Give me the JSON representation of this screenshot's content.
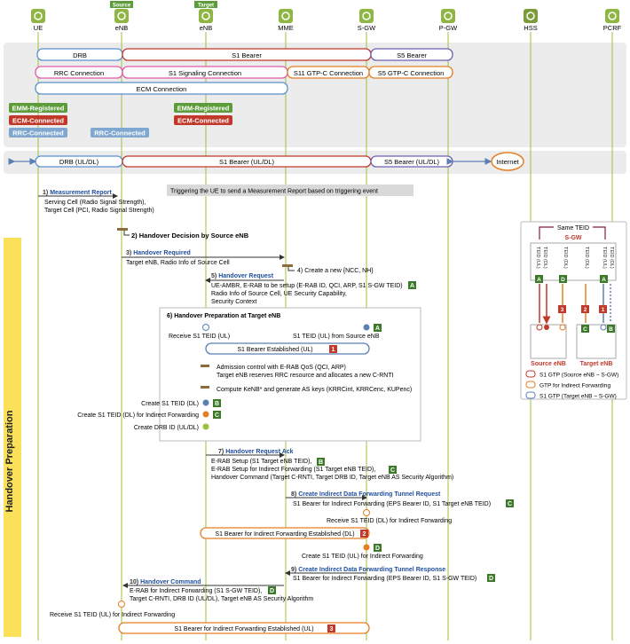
{
  "entities": [
    {
      "id": "ue",
      "label": "UE",
      "icon": "phone-icon",
      "tag": ""
    },
    {
      "id": "senb",
      "label": "eNB",
      "icon": "enb-icon",
      "tag": "Source"
    },
    {
      "id": "tenb",
      "label": "eNB",
      "icon": "enb-icon",
      "tag": "Target"
    },
    {
      "id": "mme",
      "label": "MME",
      "icon": "gear-icon",
      "tag": ""
    },
    {
      "id": "sgw",
      "label": "S-GW",
      "icon": "gateway-icon",
      "tag": ""
    },
    {
      "id": "pgw",
      "label": "P-GW",
      "icon": "gateway-icon",
      "tag": ""
    },
    {
      "id": "hss",
      "label": "HSS",
      "icon": "database-icon",
      "tag": ""
    },
    {
      "id": "pcrf",
      "label": "PCRF",
      "icon": "policy-icon",
      "tag": ""
    }
  ],
  "top_section": {
    "bearers": [
      {
        "label": "DRB"
      },
      {
        "label": "S1 Bearer"
      },
      {
        "label": "S5 Bearer"
      },
      {
        "label": "RRC Connection"
      },
      {
        "label": "S1 Signaling Connection"
      },
      {
        "label": "S11 GTP-C Connection"
      },
      {
        "label": "S5 GTP-C Connection"
      },
      {
        "label": "ECM Connection"
      }
    ],
    "states": [
      {
        "label": "EMM-Registered"
      },
      {
        "label": "ECM-Connected"
      },
      {
        "label": "RRC-Connected"
      },
      {
        "label": "RRC-Connected"
      },
      {
        "label": "EMM-Registered"
      },
      {
        "label": "ECM-Connected"
      }
    ]
  },
  "data_path": {
    "drb": "DRB (UL/DL)",
    "s1": "S1 Bearer (UL/DL)",
    "s5": "S5 Bearer (UL/DL)",
    "internet": "Internet"
  },
  "phase_label": "Handover Preparation",
  "steps": [
    {
      "id": "s1",
      "num": "1)",
      "title": "Measurement Report",
      "lines": [
        "Serving Cell (Radio Signal Strength),",
        "Target Cell (PCI, Radio Signal Strength)"
      ]
    },
    {
      "id": "trigger",
      "text": "Triggering the UE to send a Measurement Report based on triggering event"
    },
    {
      "id": "s2",
      "num": "2)",
      "title": "Handover Decision by Source eNB"
    },
    {
      "id": "s3",
      "num": "3)",
      "title": "Handover Required",
      "lines": [
        "Target eNB, Radio Info of Source Cell"
      ]
    },
    {
      "id": "s4",
      "num": "4)",
      "title": "Create a new {NCC, NH}"
    },
    {
      "id": "s5",
      "num": "5)",
      "title": "Handover Request",
      "lines": [
        "UE-AMBR, E-RAB to be setup (E-RAB ID, QCI, ARP, S1 S-GW TEID)",
        "Radio Info of Source Cell,  UE Security Capability,",
        "Security Context"
      ]
    },
    {
      "id": "s6",
      "num": "6)",
      "title": "Handover Preparation at Target eNB"
    },
    {
      "id": "s7",
      "num": "7)",
      "title": "Handover Request Ack",
      "lines": [
        "E-RAB Setup (S1 Target eNB TEID),",
        "E-RAB Setup for Indirect Forwarding (S1 Target eNB TEID),",
        "Handover Command (Target C-RNTI, Target DRB ID, Target eNB AS Security Algorithm)"
      ]
    },
    {
      "id": "s8",
      "num": "8)",
      "title": "Create Indirect Data Forwarding Tunnel Request",
      "lines": [
        "S1 Bearer for Indirect Forwarding (EPS Bearer ID, S1 Target eNB TEID)"
      ]
    },
    {
      "id": "s9",
      "num": "9)",
      "title": "Create Indirect Data Forwarding Tunnel Response",
      "lines": [
        "S1 Bearer for Indirect Forwarding (EPS Bearer ID, S1 S-GW TEID)"
      ]
    },
    {
      "id": "s10",
      "num": "10)",
      "title": "Handover Command",
      "lines": [
        "E-RAB for Indirect Forwarding (S1 S-GW TEID),",
        "Target C-RNTI, DRB ID (UL/DL), Target eNB AS Security Algorithm"
      ]
    }
  ],
  "step6": {
    "receive_ul": "Receive S1 TEID (UL)",
    "from_source": "S1 TEID (UL) from Source eNB",
    "established": "S1 Bearer Established (UL)",
    "admission": [
      "Admission control with E-RAB QoS (QCI, ARP)",
      "Target eNB reserves RRC resource and allocates a new C-RNTI"
    ],
    "compute": "Compute KeNB* and generate AS keys (KRRCint, KRRCenc, KUPenc)",
    "create_dl": "Create S1 TEID (DL)",
    "create_fwd": "Create S1 TEID (DL) for Indirect Forwarding",
    "create_drb": "Create DRB ID (UL/DL)"
  },
  "events": {
    "recv_fwd": "Receive S1 TEID (DL) for Indirect Forwarding",
    "fwd_established_dl": "S1 Bearer for Indirect Forwarding Established (DL)",
    "create_ul_fwd": "Create S1 TEID (UL) for Indirect Forwarding",
    "recv_ul_fwd": "Receive S1 TEID (UL) for Indirect Forwarding",
    "fwd_established_ul": "S1 Bearer for Indirect Forwarding Established (UL)"
  },
  "badges": [
    "A",
    "B",
    "C",
    "D"
  ],
  "numbers": [
    "1",
    "2",
    "3"
  ],
  "legend": {
    "same_teid": "Same TEID",
    "sgw": "S-GW",
    "teid_ul": "TEID (UL)",
    "teid_dl": "TEID (DL)",
    "source_enb": "Source eNB",
    "target_enb": "Target eNB",
    "items": [
      {
        "label": "S1 GTP (Source eNB ~ S-GW)",
        "color": "#c0392b"
      },
      {
        "label": "GTP for Indirect Forwarding",
        "color": "#e67e22"
      },
      {
        "label": "S1 GTP (Target eNB ~ S-GW)",
        "color": "#5b7fb5"
      }
    ]
  },
  "colors": {
    "lifeline": "#9cbf3e",
    "msg_title": "#1f4e9c",
    "badge_green": "#3c7a2a",
    "badge_red": "#c0392b",
    "state_green": "#5c9c3a",
    "state_red": "#c0392b",
    "state_blue": "#7fa7cf",
    "rrc": "#e05aa6",
    "s1_red": "#c0392b",
    "s5": "#7060b0",
    "ecm": "#5b8fd0",
    "orange": "#e67e22",
    "yellow": "#fbe05a"
  }
}
